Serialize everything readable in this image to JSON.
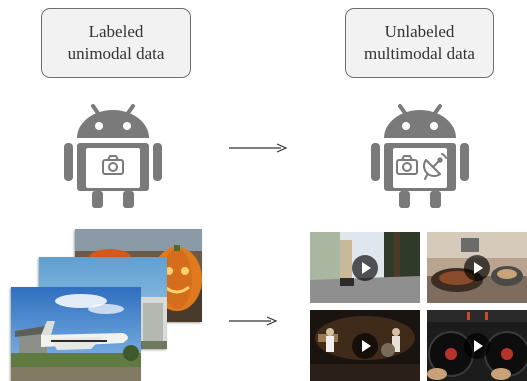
{
  "left_label": {
    "line1": "Labeled",
    "line2": "unimodal data"
  },
  "right_label": {
    "line1": "Unlabeled",
    "line2": "multimodal data"
  },
  "colors": {
    "robot": "#7a7a7a",
    "box_border": "#6f6f6f",
    "box_fill": "#f2f2f2",
    "arrow": "#333333",
    "play_button": "#000000"
  },
  "icons": {
    "left_robot_modalities": [
      "camera-icon"
    ],
    "right_robot_modalities": [
      "camera-icon",
      "satellite-dish-icon"
    ]
  },
  "images": {
    "labeled_photos": [
      "pumpkin-photo",
      "sky-photo",
      "space-shuttle-photo"
    ],
    "unlabeled_videos": [
      "street-video",
      "kitchen-video",
      "band-video",
      "dj-turntable-video"
    ]
  }
}
